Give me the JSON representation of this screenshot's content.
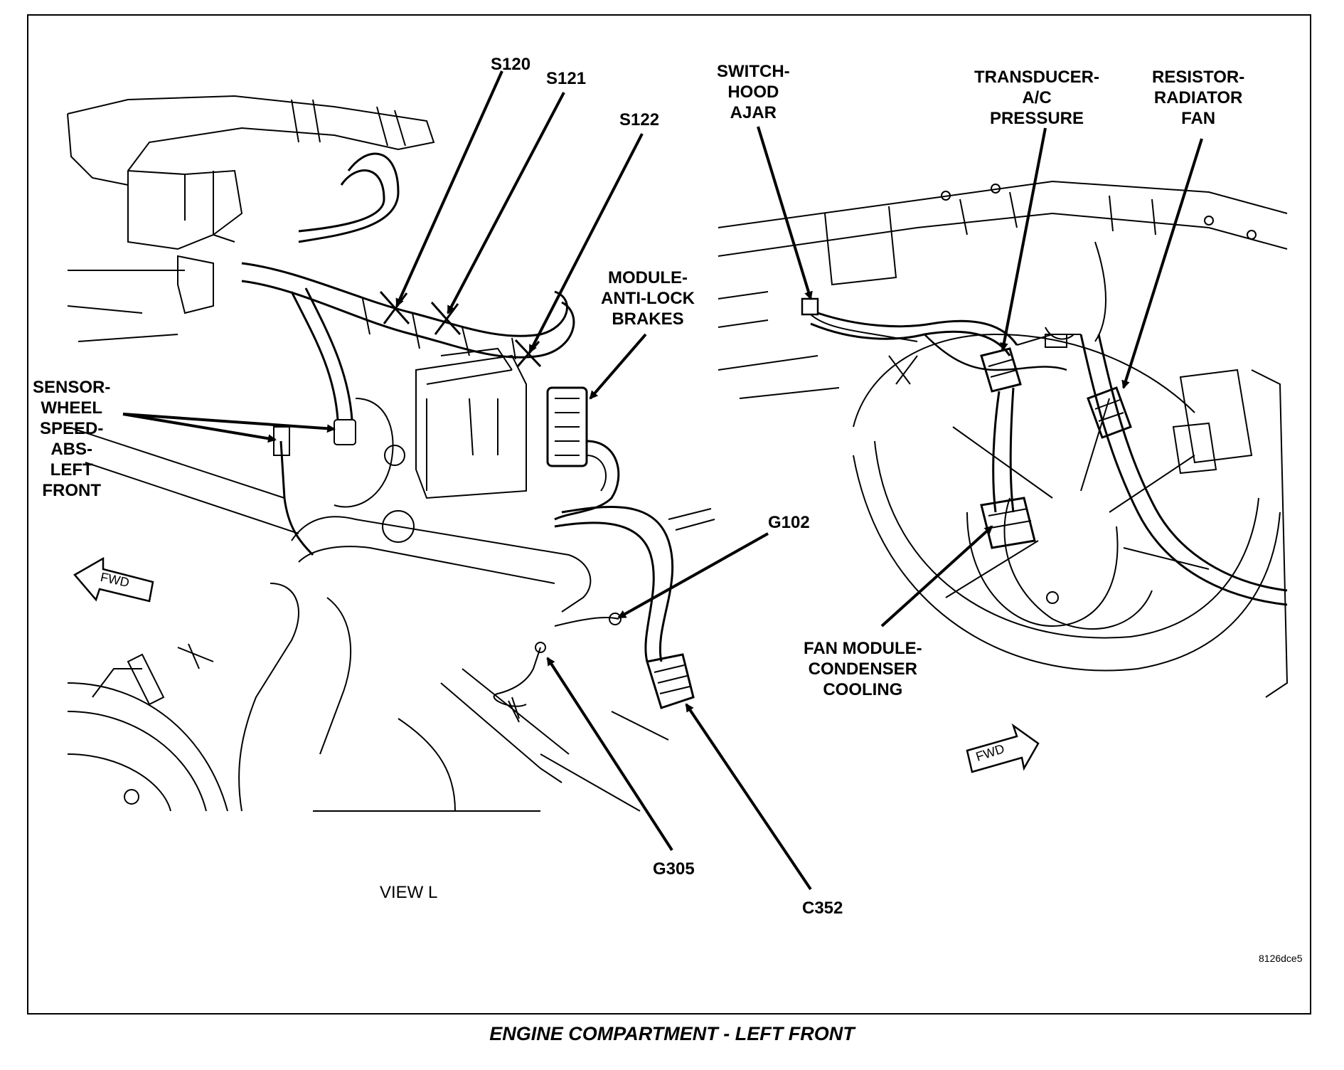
{
  "callouts": {
    "s120": "S120",
    "s121": "S121",
    "s122": "S122",
    "module_abs": "MODULE-\nANTI-LOCK\nBRAKES",
    "sensor_wheel": "SENSOR-\nWHEEL\nSPEED-\nABS-\nLEFT\nFRONT",
    "g102": "G102",
    "g305": "G305",
    "c352": "C352",
    "switch_hood": "SWITCH-\nHOOD\nAJAR",
    "transducer": "TRANSDUCER-\nA/C\nPRESSURE",
    "resistor": "RESISTOR-\nRADIATOR\nFAN",
    "fan_module": "FAN MODULE-\nCONDENSER\nCOOLING"
  },
  "view_label": "VIEW L",
  "fwd_label": "FWD",
  "figure_id": "8126dce5",
  "caption": "ENGINE COMPARTMENT - LEFT FRONT"
}
